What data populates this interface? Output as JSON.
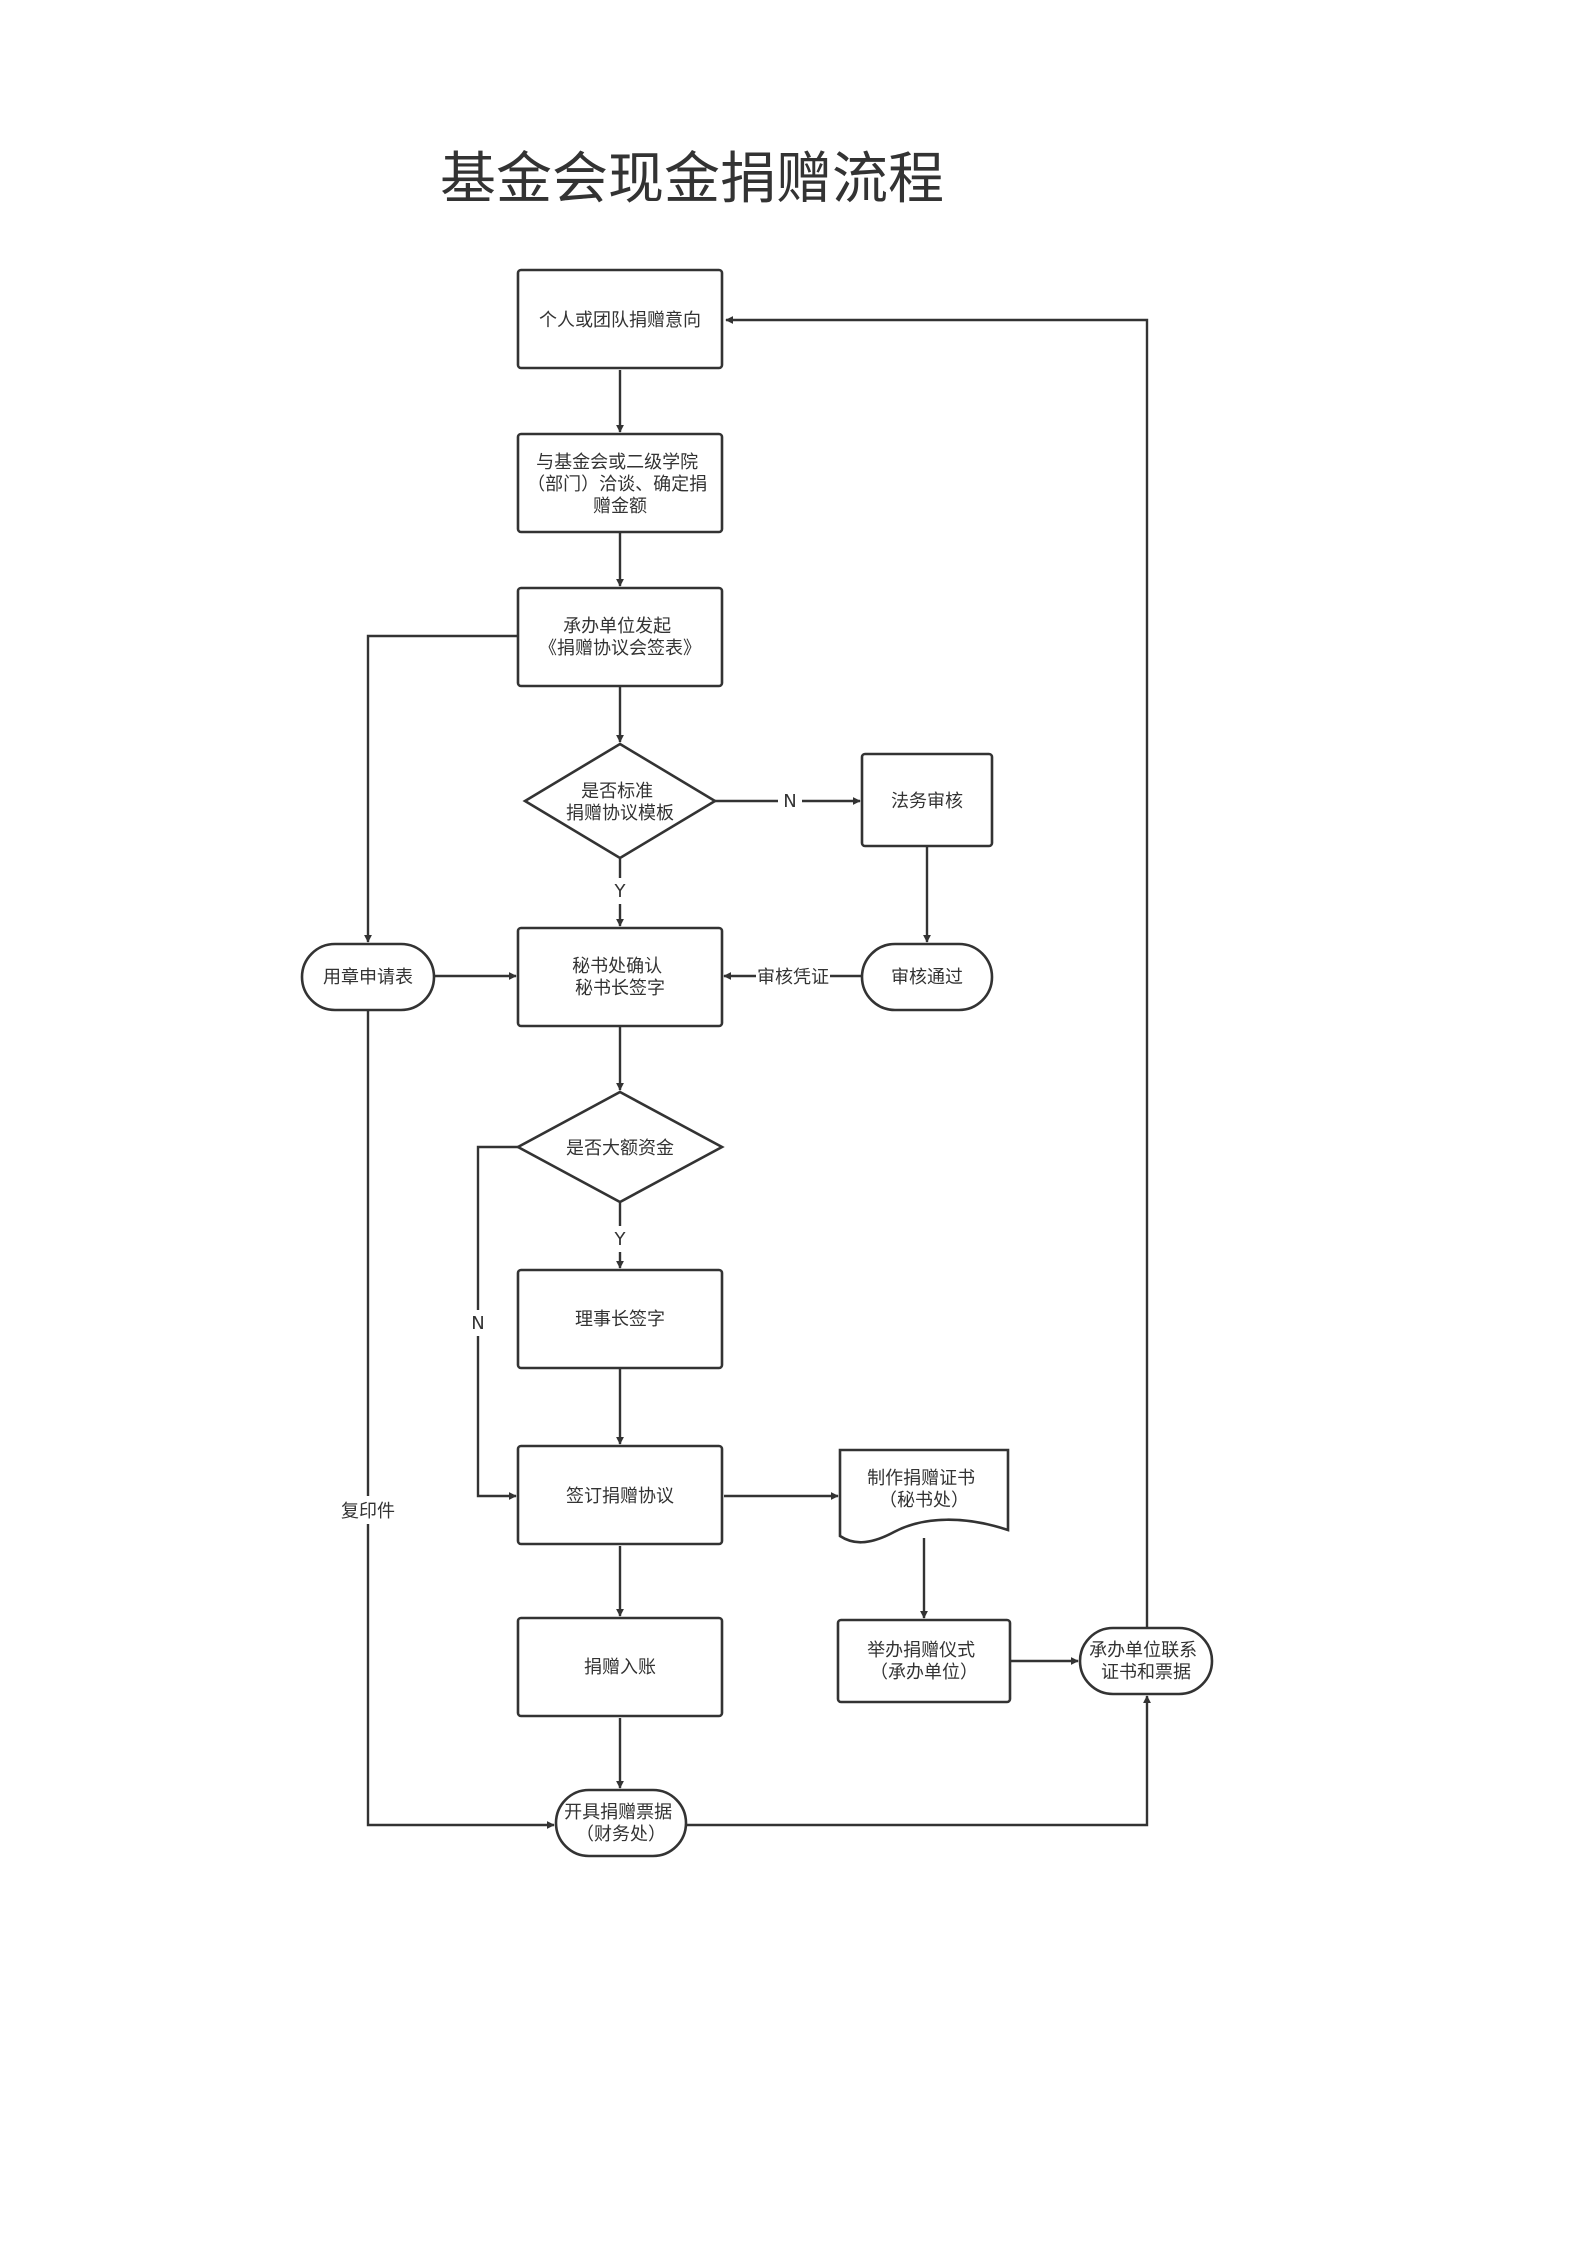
{
  "title": "基金会现金捐赠流程",
  "nodes": {
    "intent": [
      "个人或团队捐赠意向"
    ],
    "negotiate": [
      "与基金会或二级学院",
      "（部门）洽谈、确定捐",
      "赠金额"
    ],
    "initiate": [
      "承办单位发起",
      "《捐赠协议会签表》"
    ],
    "standard_template": [
      "是否标准",
      "捐赠协议模板"
    ],
    "legal_review": [
      "法务审核"
    ],
    "review_passed": [
      "审核通过"
    ],
    "seal_form": [
      "用章申请表"
    ],
    "secretary_confirm": [
      "秘书处确认",
      "秘书长签字"
    ],
    "large_amount": [
      "是否大额资金"
    ],
    "chairman_sign": [
      "理事长签字"
    ],
    "sign_agreement": [
      "签订捐赠协议"
    ],
    "certificate": [
      "制作捐赠证书",
      "（秘书处）"
    ],
    "ceremony": [
      "举办捐赠仪式",
      "（承办单位）"
    ],
    "contact": [
      "承办单位联系",
      "证书和票据"
    ],
    "booking": [
      "捐赠入账"
    ],
    "receipt": [
      "开具捐赠票据",
      "（财务处）"
    ]
  },
  "edge_labels": {
    "template_no": "N",
    "template_yes": "Y",
    "review_voucher": "审核凭证",
    "amount_yes": "Y",
    "amount_no": "N",
    "copy": "复印件"
  },
  "colors": {
    "stroke": "#333333",
    "background": "#ffffff",
    "text": "#333333"
  }
}
